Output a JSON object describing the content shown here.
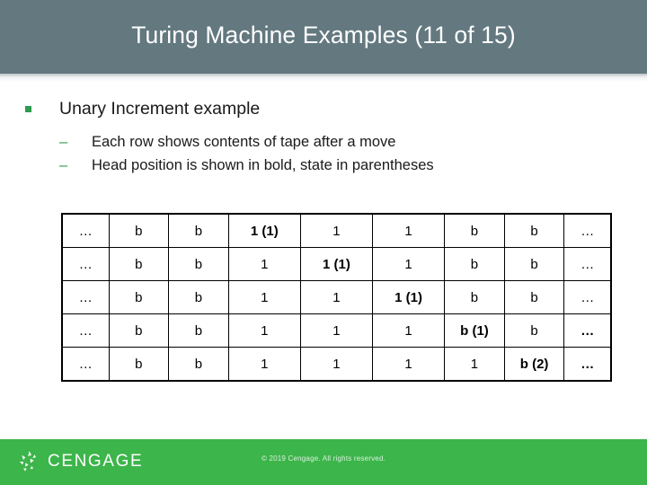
{
  "slide": {
    "title": "Turing Machine Examples (11 of 15)",
    "title_bar_color": "#63787f"
  },
  "bullets": {
    "level1": {
      "marker": "square-bullet",
      "text": "Unary Increment example"
    },
    "level2": [
      {
        "marker": "dash-bullet",
        "text": "Each row shows contents of tape after a move"
      },
      {
        "marker": "dash-bullet",
        "text": "Head position is shown in bold, state in parentheses"
      }
    ],
    "bullet_color": "#2e9b4f"
  },
  "chart_data": {
    "type": "table",
    "title": "Unary Increment tape trace",
    "columns": 9,
    "rows": [
      [
        {
          "v": "…",
          "bold": false
        },
        {
          "v": "b",
          "bold": false
        },
        {
          "v": "b",
          "bold": false
        },
        {
          "v": "1 (1)",
          "bold": true
        },
        {
          "v": "1",
          "bold": false
        },
        {
          "v": "1",
          "bold": false
        },
        {
          "v": "b",
          "bold": false
        },
        {
          "v": "b",
          "bold": false
        },
        {
          "v": "…",
          "bold": false
        }
      ],
      [
        {
          "v": "…",
          "bold": false
        },
        {
          "v": "b",
          "bold": false
        },
        {
          "v": "b",
          "bold": false
        },
        {
          "v": "1",
          "bold": false
        },
        {
          "v": "1 (1)",
          "bold": true
        },
        {
          "v": "1",
          "bold": false
        },
        {
          "v": "b",
          "bold": false
        },
        {
          "v": "b",
          "bold": false
        },
        {
          "v": "…",
          "bold": false
        }
      ],
      [
        {
          "v": "…",
          "bold": false
        },
        {
          "v": "b",
          "bold": false
        },
        {
          "v": "b",
          "bold": false
        },
        {
          "v": "1",
          "bold": false
        },
        {
          "v": "1",
          "bold": false
        },
        {
          "v": "1 (1)",
          "bold": true
        },
        {
          "v": "b",
          "bold": false
        },
        {
          "v": "b",
          "bold": false
        },
        {
          "v": "…",
          "bold": false
        }
      ],
      [
        {
          "v": "…",
          "bold": false
        },
        {
          "v": "b",
          "bold": false
        },
        {
          "v": "b",
          "bold": false
        },
        {
          "v": "1",
          "bold": false
        },
        {
          "v": "1",
          "bold": false
        },
        {
          "v": "1",
          "bold": false
        },
        {
          "v": "b (1)",
          "bold": true
        },
        {
          "v": "b",
          "bold": false
        },
        {
          "v": "…",
          "bold": true
        }
      ],
      [
        {
          "v": "…",
          "bold": false
        },
        {
          "v": "b",
          "bold": false
        },
        {
          "v": "b",
          "bold": false
        },
        {
          "v": "1",
          "bold": false
        },
        {
          "v": "1",
          "bold": false
        },
        {
          "v": "1",
          "bold": false
        },
        {
          "v": "1",
          "bold": false
        },
        {
          "v": "b (2)",
          "bold": true
        },
        {
          "v": "…",
          "bold": true
        }
      ]
    ]
  },
  "footer": {
    "logo_word": "CENGAGE",
    "logo_mark": "cengage-spark-icon",
    "copyright": "© 2019 Cengage. All rights reserved.",
    "bar_color": "#3cb54a"
  }
}
